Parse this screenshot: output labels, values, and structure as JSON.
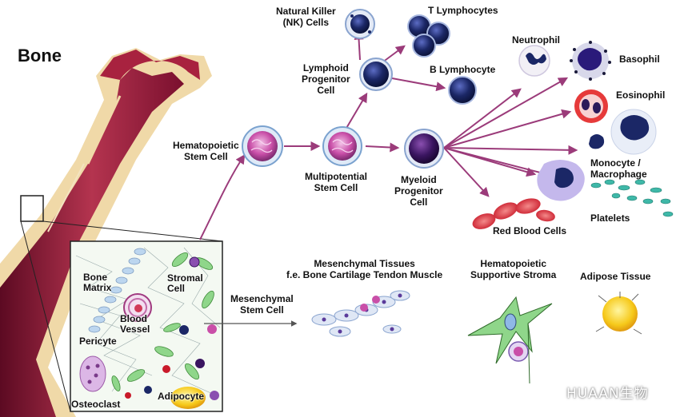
{
  "title": "Bone",
  "labels": {
    "nk_cells": "Natural Killer\n(NK) Cells",
    "t_lymphocytes": "T Lymphocytes",
    "b_lymphocyte": "B Lymphocyte",
    "lymphoid_progenitor": "Lymphoid\nProgenitor\nCell",
    "neutrophil": "Neutrophil",
    "basophil": "Basophil",
    "eosinophil": "Eosinophil",
    "monocyte_macrophage": "Monocyte /\nMacrophage",
    "platelets": "Platelets",
    "red_blood_cells": "Red Blood Cells",
    "hematopoietic_stem_cell": "Hematopoietic\nStem Cell",
    "multipotential_stem_cell": "Multipotential\nStem Cell",
    "myeloid_progenitor": "Myeloid\nProgenitor\nCell",
    "mesenchymal_tissues": "Mesenchymal Tissues\nf.e. Bone Cartilage Tendon Muscle",
    "hematopoietic_supportive_stroma": "Hematopoietic\nSupportive Stroma",
    "adipose_tissue": "Adipose Tissue",
    "mesenchymal_stem_cell": "Mesenchymal\nStem Cell"
  },
  "inset_labels": {
    "bone_matrix": "Bone\nMatrix",
    "stromal_cell": "Stromal\nCell",
    "blood_vessel": "Blood\nVessel",
    "pericyte": "Pericyte",
    "osteoclast": "Osteoclast",
    "adipocyte": "Adipocyte"
  },
  "watermark": "HUAAN生物",
  "colors": {
    "bone_dark": "#7a0f2e",
    "bone_mid": "#b4344f",
    "bone_light": "#f0d9a8",
    "arrow": "#9b3b7a",
    "stem_cell": "#c94fa8",
    "lymphocyte": "#1b2766"
  }
}
